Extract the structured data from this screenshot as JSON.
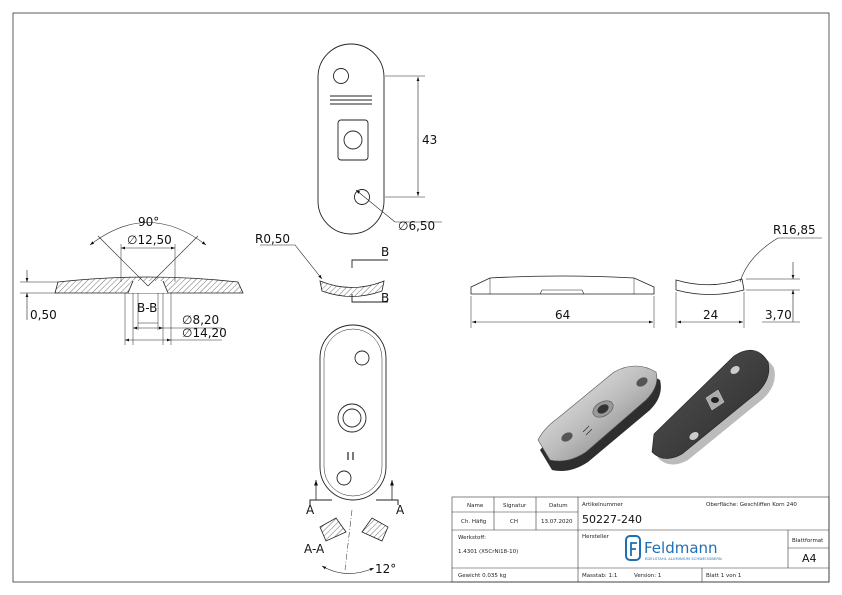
{
  "dimensions": {
    "top_height": "43",
    "top_hole": "∅6,50",
    "angle": "90°",
    "countersink": "∅12,50",
    "section_label": "B-B",
    "thickness": "0,50",
    "hole_small": "∅8,20",
    "hole_large": "∅14,20",
    "radius_small": "R0,50",
    "section_b_top": "B",
    "section_b_bottom": "B",
    "length": "64",
    "radius_large": "R16,85",
    "width": "24",
    "height": "3,70",
    "section_a_left": "A",
    "section_a_right": "A",
    "section_aa": "A-A",
    "tilt_angle": "12°"
  },
  "title_block": {
    "h_name": "Name",
    "h_signatur": "Signatur",
    "h_datum": "Datum",
    "v_name": "Ch. Häfig",
    "v_signatur": "CH",
    "v_datum": "13.07.2020",
    "artikel_label": "Artikelnummer",
    "artikel_value": "50227-240",
    "oberflaeche": "Oberfläche: Geschliffen Korn 240",
    "werkstoff_label": "Werkstoff:",
    "werkstoff_value": "1.4301 (X5CrNi18-10)",
    "hersteller_label": "Hersteller",
    "logo_text": "Feldmann",
    "logo_sub": "EDELSTAHL ALUMINIUM SCHWEISSBERN",
    "blattformat_label": "Blattformat",
    "blattformat_value": "A4",
    "gewicht": "Gewicht 0.035 kg",
    "massstab": "Masstab: 1:1",
    "version": "Version: 1",
    "blatt": "Blatt 1 von 1"
  }
}
